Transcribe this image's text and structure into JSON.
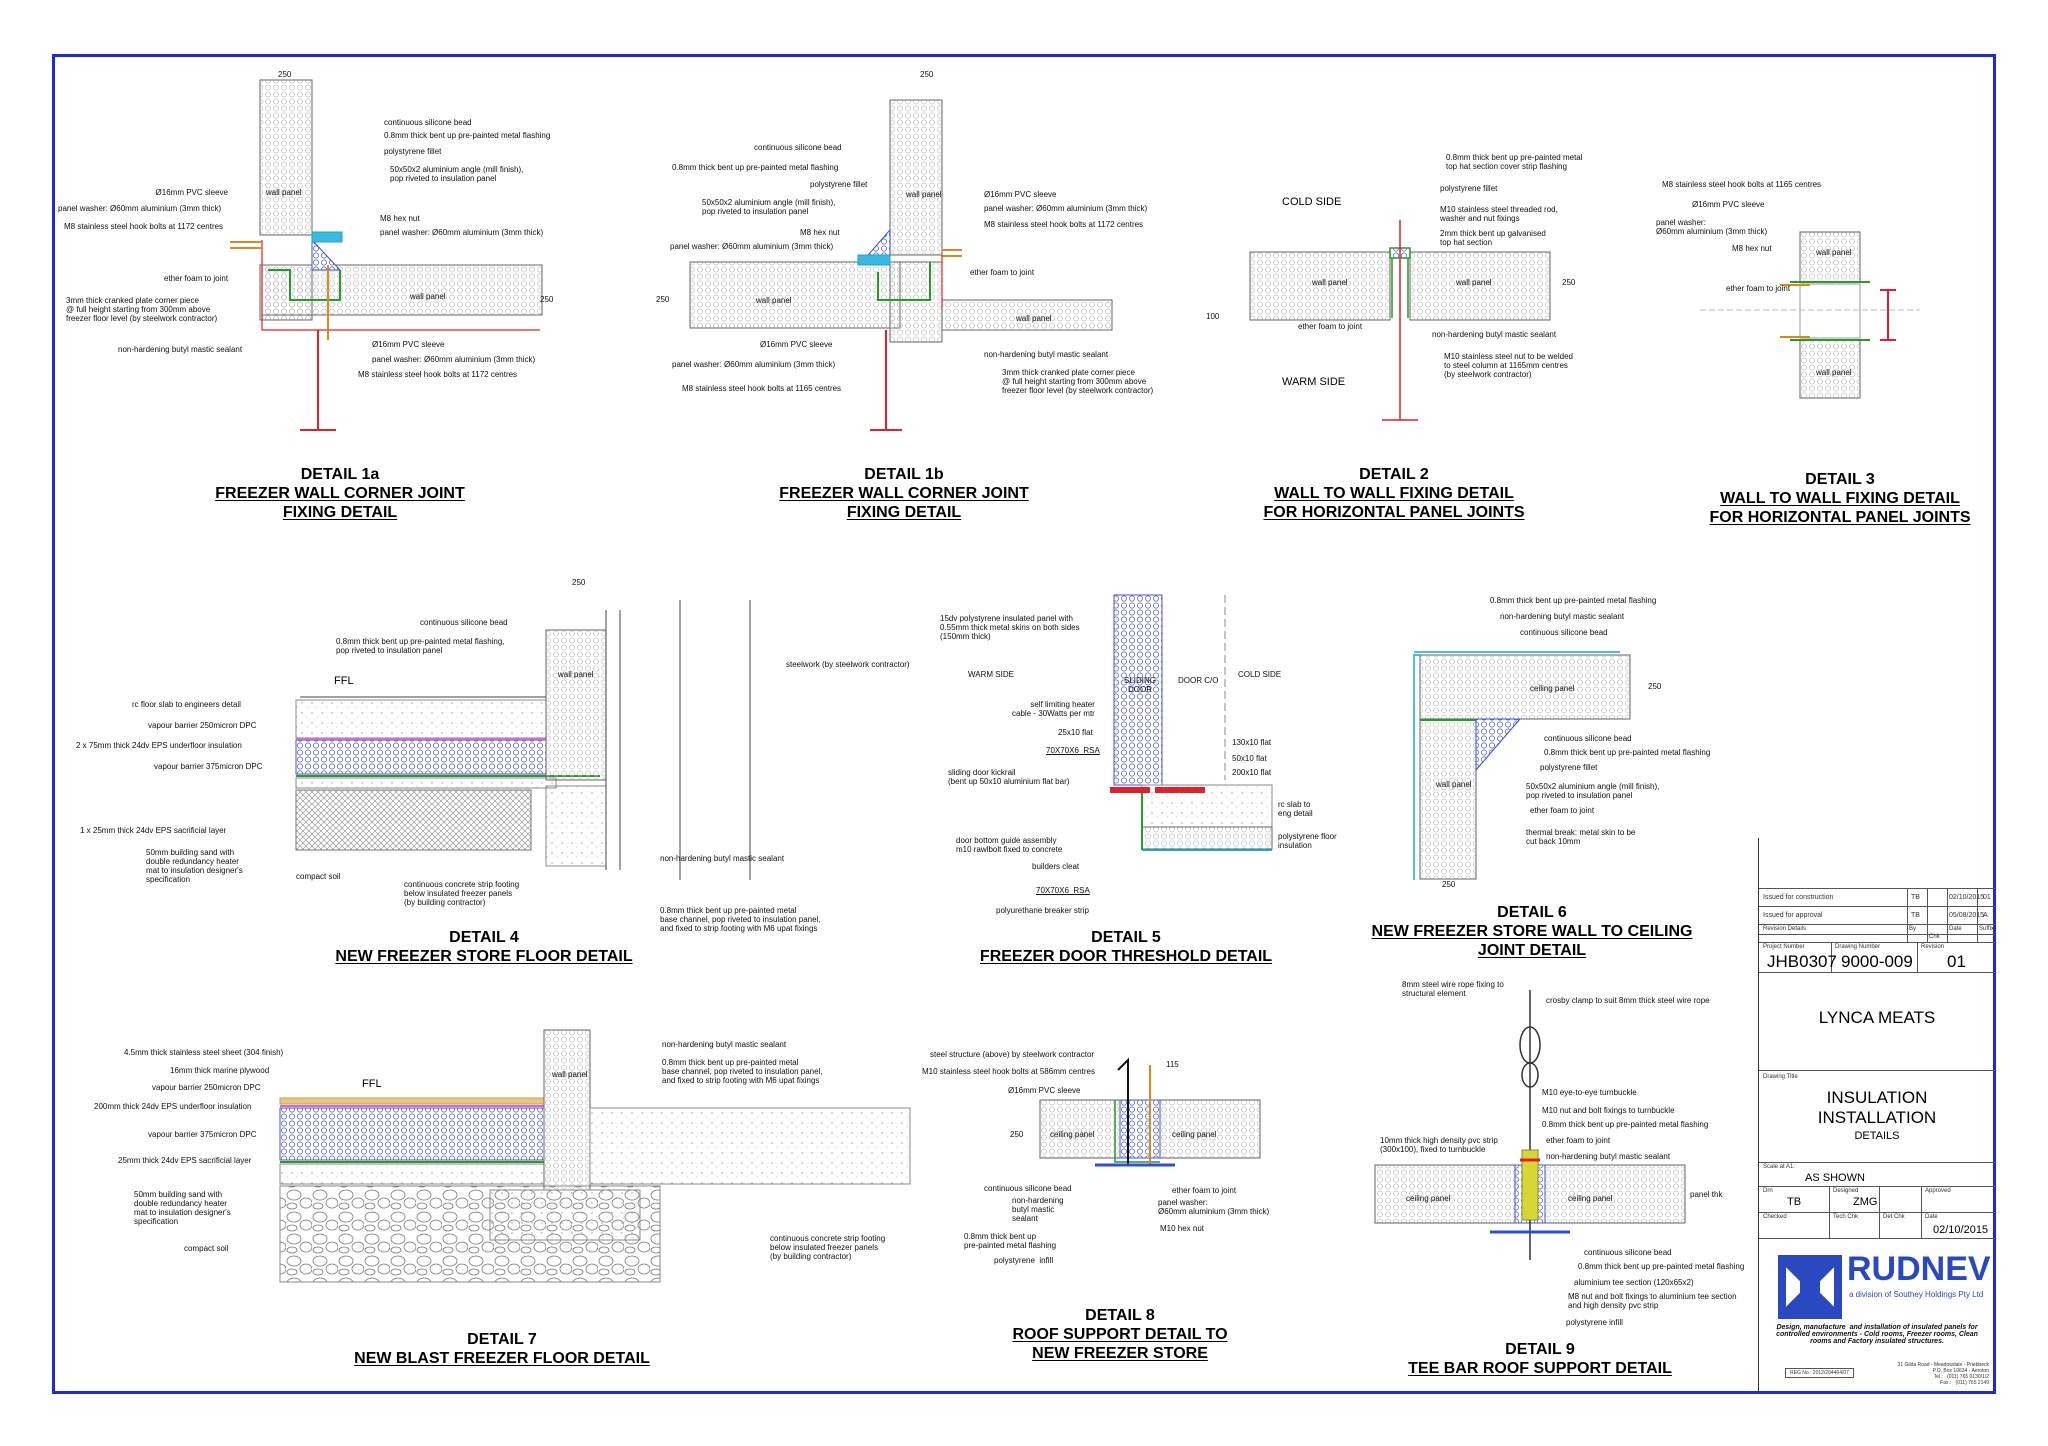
{
  "details": [
    {
      "number": "DETAIL 1a",
      "title": [
        "FREEZER WALL CORNER JOINT",
        "FIXING DETAIL"
      ]
    },
    {
      "number": "DETAIL 1b",
      "title": [
        "FREEZER WALL CORNER JOINT",
        "FIXING DETAIL"
      ]
    },
    {
      "number": "DETAIL 2",
      "title": [
        "WALL TO WALL FIXING DETAIL",
        "FOR HORIZONTAL PANEL JOINTS"
      ]
    },
    {
      "number": "DETAIL 3",
      "title": [
        "WALL TO WALL FIXING DETAIL",
        "FOR HORIZONTAL PANEL JOINTS"
      ]
    },
    {
      "number": "DETAIL 4",
      "title": [
        "NEW FREEZER STORE FLOOR DETAIL"
      ]
    },
    {
      "number": "DETAIL 5",
      "title": [
        "FREEZER DOOR THRESHOLD DETAIL"
      ]
    },
    {
      "number": "DETAIL 6",
      "title": [
        "NEW FREEZER STORE WALL TO CEILING",
        "JOINT DETAIL"
      ]
    },
    {
      "number": "DETAIL 7",
      "title": [
        "NEW BLAST FREEZER FLOOR DETAIL"
      ]
    },
    {
      "number": "DETAIL 8",
      "title": [
        "ROOF SUPPORT DETAIL TO",
        "NEW FREEZER STORE"
      ]
    },
    {
      "number": "DETAIL 9",
      "title": [
        "TEE BAR ROOF SUPPORT DETAIL"
      ]
    }
  ],
  "notes": {
    "d1a": [
      "continuous silicone bead",
      "0.8mm thick bent up pre-painted metal flashing",
      "polystyrene fillet",
      "50x50x2 aluminium angle (mill finish),\npop riveted to insulation panel",
      "Ø16mm PVC sleeve",
      "panel washer: Ø60mm aluminium (3mm thick)",
      "M8 stainless steel hook bolts at 1172 centres",
      "M8 hex nut",
      "panel washer: Ø60mm aluminium (3mm thick)",
      "ether foam to joint",
      "3mm thick cranked plate corner piece\n@ full height starting from 300mm above\nfreezer floor level (by steelwork contractor)",
      "non-hardening butyl mastic sealant",
      "Ø16mm PVC sleeve",
      "panel washer: Ø60mm aluminium (3mm thick)",
      "M8 stainless steel hook bolts at 1172 centres",
      "wall panel",
      "wall panel",
      "250",
      "250"
    ],
    "d1b": [
      "continuous silicone bead",
      "0.8mm thick bent up pre-painted metal flashing",
      "polystyrene fillet",
      "50x50x2 aluminium angle (mill finish),\npop riveted to insulation panel",
      "M8 hex nut",
      "panel washer: Ø60mm aluminium (3mm thick)",
      "Ø16mm PVC sleeve",
      "panel washer: Ø60mm aluminium (3mm thick)",
      "M8 stainless steel hook bolts at 1172 centres",
      "ether foam to joint",
      "Ø16mm PVC sleeve",
      "panel washer: Ø60mm aluminium (3mm thick)",
      "M8 stainless steel hook bolts at 1165 centres",
      "non-hardening butyl mastic sealant",
      "3mm thick cranked plate corner piece\n@ full height starting from 300mm above\nfreezer floor level (by steelwork contractor)",
      "wall panel",
      "wall panel",
      "wall panel",
      "250",
      "250",
      "100"
    ],
    "d2": [
      "0.8mm thick bent up pre-painted metal\ntop hat section cover strip flashing",
      "polystyrene fillet",
      "M10 stainless steel threaded rod,\nwasher and nut fixings",
      "2mm thick bent up galvanised\ntop hat section",
      "non-hardening butyl mastic sealant",
      "M10 stainless steel nut to be welded\nto steel column at 1165mm centres\n(by steelwork contractor)",
      "ether foam to joint",
      "COLD SIDE",
      "WARM SIDE",
      "wall panel",
      "wall panel",
      "250"
    ],
    "d3": [
      "M8 stainless steel hook bolts at 1165 centres",
      "Ø16mm PVC sleeve",
      "panel washer:\nØ60mm aluminium (3mm thick)",
      "M8 hex nut",
      "ether foam to joint",
      "wall panel",
      "wall panel"
    ],
    "d4": [
      "continuous silicone bead",
      "0.8mm thick bent up pre-painted metal flashing,\npop riveted to insulation panel",
      "FFL",
      "rc floor slab to engineers detail",
      "vapour barrier 250micron DPC",
      "2 x 75mm thick 24dv EPS underfloor insulation",
      "vapour barrier 375micron DPC",
      "1 x 25mm thick 24dv EPS sacrificial layer",
      "50mm building sand with\ndouble redundancy heater\nmat to insulation designer's\nspecification",
      "compact soil",
      "continuous concrete strip footing\nbelow insulated freezer panels\n(by building contractor)",
      "non-hardening butyl mastic sealant",
      "0.8mm thick bent up pre-painted metal\nbase channel, pop riveted to insulation panel,\nand fixed to strip footing with M6 upat fixings",
      "steelwork (by steelwork contractor)",
      "wall panel",
      "250"
    ],
    "d5": [
      "15dv polystyrene insulated panel with\n0.55mm thick metal skins on both sides\n(150mm thick)",
      "WARM SIDE",
      "SLIDING\nDOOR",
      "DOOR C/O",
      "COLD SIDE",
      "self limiting heater\ncable - 30Watts per mtr",
      "25x10 flat",
      "70X70X6  RSA",
      "sliding door kickrail\n(bent up 50x10 aluminium flat bar)",
      "130x10 flat",
      "50x10 flat",
      "200x10 flat",
      "rc slab to\neng detail",
      "door bottom guide assembly\nm10 rawlbolt fixed to concrete",
      "polystyrene floor\ninsulation",
      "builders cleat",
      "70X70X6  RSA",
      "polyurethane breaker strip"
    ],
    "d6": [
      "0.8mm thick bent up pre-painted metal flashing",
      "non-hardening butyl mastic sealant",
      "continuous silicone bead",
      "ceiling panel",
      "continuous silicone bead",
      "0.8mm thick bent up pre-painted metal flashing",
      "polystyrene fillet",
      "50x50x2 aluminium angle (mill finish),\npop riveted to insulation panel",
      "ether foam to joint",
      "thermal break: metal skin to be\ncut back 10mm",
      "wall panel",
      "250",
      "250"
    ],
    "d7": [
      "4.5mm thick stainless steel sheet (304 finish)",
      "16mm thick marine plywood",
      "vapour barrier 250micron DPC",
      "200mm thick 24dv EPS underfloor insulation",
      "vapour barrier 375micron DPC",
      "25mm thick 24dv EPS sacrificial layer",
      "50mm building sand with\ndouble redundancy heater\nmat to insulation designer's\nspecification",
      "compact soil",
      "FFL",
      "non-hardening butyl mastic sealant",
      "0.8mm thick bent up pre-painted metal\nbase channel, pop riveted to insulation panel,\nand fixed to strip footing with M6 upat fixings",
      "continuous concrete strip footing\nbelow insulated freezer panels\n(by building contractor)",
      "wall panel"
    ],
    "d8": [
      "steel structure (above) by steelwork contractor",
      "M10 stainless steel hook bolts at 586mm centres",
      "Ø16mm PVC sleeve",
      "ceiling panel",
      "ceiling panel",
      "continuous silicone bead",
      "non-hardening\nbutyl mastic\nsealant",
      "0.8mm thick bent up\npre-painted metal flashing",
      "polystyrene  infill",
      "ether foam to joint",
      "panel washer:\nØ60mm aluminium (3mm thick)",
      "M10 hex nut",
      "250",
      "115"
    ],
    "d9": [
      "8mm steel wire rope fixing to\nstructural element",
      "crosby clamp to suit 8mm thick steel wire rope",
      "M10 eye-to-eye turnbuckle",
      "M10 nut and bolt fixings to turnbuckle",
      "0.8mm thick bent up pre-painted metal flashing",
      "ether foam to joint",
      "10mm thick high density pvc strip\n(300x100), fixed to turnbuckle",
      "non-hardening butyl mastic sealant",
      "ceiling panel",
      "ceiling panel",
      "continuous silicone bead",
      "0.8mm thick bent up pre-painted metal flashing",
      "aluminium tee section (120x65x2)",
      "M8 nut and bolt fixings to aluminium tee section\nand high density pvc strip",
      "polystyrene infill",
      "panel thk"
    ]
  },
  "title_block": {
    "revisions": [
      {
        "details": "Issued for construction",
        "by": "TB",
        "date": "02/10/2015",
        "suffix": "01"
      },
      {
        "details": "Issued for approval",
        "by": "TB",
        "date": "05/08/2015",
        "suffix": "A"
      }
    ],
    "rev_headers": {
      "details": "Revision Details",
      "by": "By",
      "chk": "Chk",
      "date": "Date",
      "suffix": "Suffix"
    },
    "project_number_label": "Project Number",
    "project_number": "JHB0307",
    "drawing_number_label": "Drawing Number",
    "drawing_number": "9000-009",
    "revision_label": "Revision",
    "revision": "01",
    "client": "LYNCA MEATS",
    "drawing_title_label": "Drawing Title",
    "drawing_title": [
      "INSULATION",
      "INSTALLATION"
    ],
    "drawing_subtitle": "DETAILS",
    "scale_label": "Scale at A1:",
    "scale": "AS SHOWN",
    "drn_label": "Drn",
    "drn": "TB",
    "designed_label": "Designed",
    "designed": "ZMG",
    "approved_label": "Approved",
    "checked_label": "Checked",
    "tech_chk_label": "Tech Chk",
    "det_chk_label": "Det Chk",
    "date_label": "Date",
    "date": "02/10/2015",
    "company": "RUDNEV",
    "company_sub": "a division of Southey Holdings Pty Ltd",
    "tagline": "Design, manufacture  and installation of insulated panels for\ncontrolled environments - Cold rooms, Freezer rooms, Clean\nrooms and Factory insulated structures.",
    "reg_no": "REG No.:   2012/204464/07",
    "address": "31 Gilda Road - Meadowdale - Priebbeck\nP.O. Box 10634 - Aeroton\nTel.:   (011) 765 0130/1/2\nFax.:   (011) 765 2149"
  },
  "colors": {
    "border": "#1f2ad6",
    "red": "#e0202a",
    "green": "#2a9a2a",
    "blue": "#2c4fd8",
    "cyan": "#18a8c8",
    "orange": "#d88a20",
    "company": "#2a48c0"
  }
}
